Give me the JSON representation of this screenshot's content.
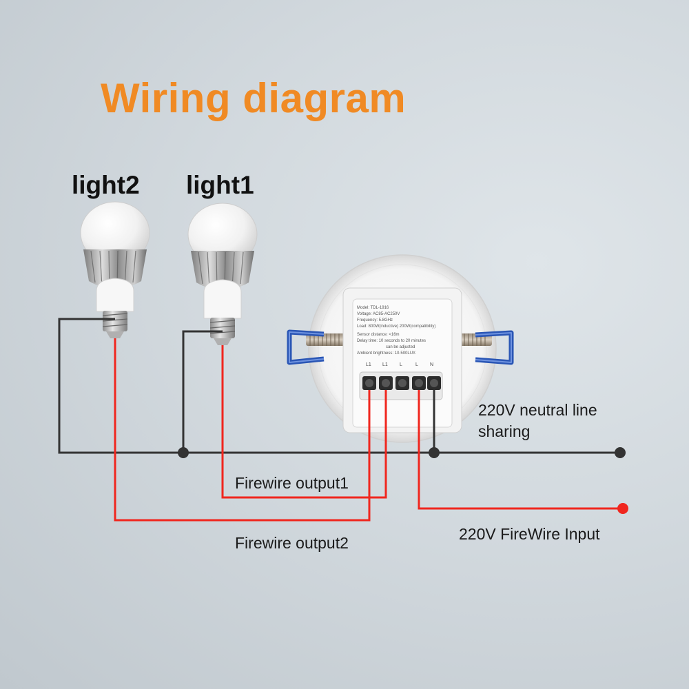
{
  "title": "Wiring diagram",
  "bulbs": [
    {
      "label": "light2"
    },
    {
      "label": "light1"
    }
  ],
  "sensor_plate": {
    "lines": [
      "Model: TDL-1916",
      "Voltage: AC85-AC250V",
      "Frequency: 5.8GHz",
      "Load: 800W(inductive) 200W(compatibility)",
      "Sensor distance: <16m",
      "Delay time: 10 seconds to 20 minutes",
      "can be adjusted",
      "Ambient brightness: 10-500LUX"
    ],
    "terminals": [
      "L1",
      "L1",
      "L",
      "L",
      "N"
    ]
  },
  "labels": {
    "neutral_line_1": "220V neutral line",
    "neutral_line_2": "sharing",
    "output1": "Firewire output1",
    "output2": "Firewire output2",
    "input": "220V FireWire Input"
  },
  "colors": {
    "title": "#f08a24",
    "neutral_wire": "#333333",
    "live_wire": "#f0261e",
    "input_dot": "#f0261e"
  }
}
